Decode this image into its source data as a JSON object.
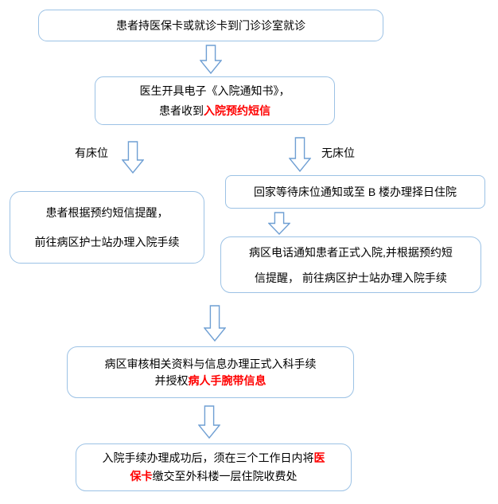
{
  "colors": {
    "box_border": "#9cc2e5",
    "arrow_outline": "#6f9fd3",
    "text": "#000000",
    "red_text": "#ff0000",
    "background": "#ffffff"
  },
  "flowchart": {
    "branch_labels": {
      "has_bed": "有床位",
      "no_bed": "无床位"
    },
    "nodes": {
      "visit": {
        "lines": [
          [
            {
              "t": "患者持医保卡或就诊卡到门诊诊室就诊"
            }
          ]
        ]
      },
      "notice": {
        "lines": [
          [
            {
              "t": "医生开具电子《入院通知书》，"
            }
          ],
          [
            {
              "t": "患者收到"
            },
            {
              "t": "入院预约短信",
              "red": true
            }
          ]
        ]
      },
      "bed_available": {
        "lines": [
          [
            {
              "t": "患者根据预约短信提醒，"
            }
          ],
          [
            {
              "t": "前往病区护士站办理入院手续"
            }
          ]
        ]
      },
      "wait_bed": {
        "lines": [
          [
            {
              "t": "回家等待床位通知或至 B 楼办理择日住院"
            }
          ]
        ]
      },
      "call_admit": {
        "lines": [
          [
            {
              "t": "病区电话通知患者正式入院,并根据预约短"
            }
          ],
          [
            {
              "t": "信提醒， 前往病区护士站办理入院手续"
            }
          ]
        ]
      },
      "review": {
        "lines": [
          [
            {
              "t": "病区审核相关资料与信息办理正式入科手续"
            }
          ],
          [
            {
              "t": "并授权"
            },
            {
              "t": "病人手腕带信息",
              "red": true
            }
          ]
        ]
      },
      "submit_card": {
        "lines": [
          [
            {
              "t": "入院手续办理成功后，须在三个工作日内将"
            },
            {
              "t": "医",
              "red": true
            }
          ],
          [
            {
              "t": "保卡",
              "red": true
            },
            {
              "t": "缴交至外科楼一层住院收费处"
            }
          ]
        ]
      }
    }
  }
}
